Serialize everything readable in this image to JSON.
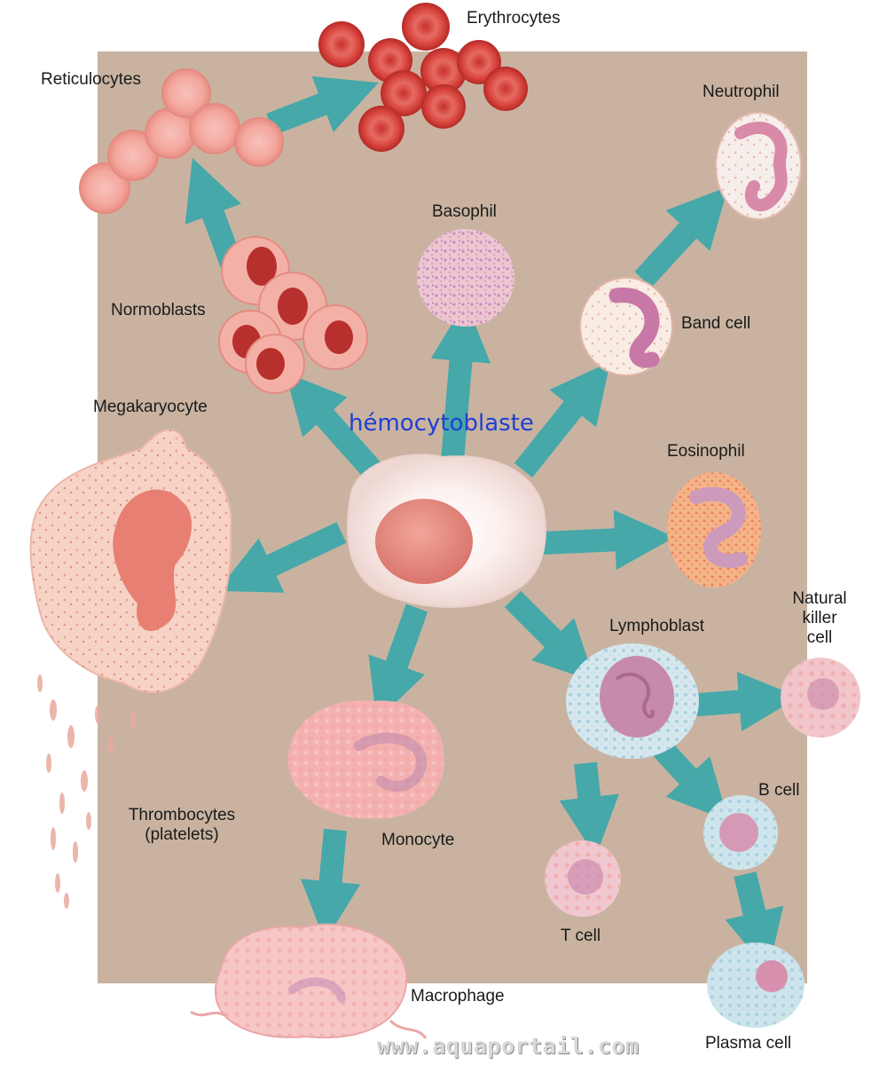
{
  "diagram": {
    "central_label": "hémocytoblaste",
    "labels": {
      "erythrocytes": "Erythrocytes",
      "reticulocytes": "Reticulocytes",
      "neutrophil": "Neutrophil",
      "basophil": "Basophil",
      "normoblasts": "Normoblasts",
      "band_cell": "Band cell",
      "megakaryocyte": "Megakaryocyte",
      "eosinophil": "Eosinophil",
      "lymphoblast": "Lymphoblast",
      "natural_killer_cell": [
        "Natural",
        "killer",
        "cell"
      ],
      "b_cell": "B cell",
      "thrombocytes": [
        "Thrombocytes",
        "(platelets)"
      ],
      "monocyte": "Monocyte",
      "t_cell": "T cell",
      "macrophage": "Macrophage",
      "plasma_cell": "Plasma cell"
    },
    "watermark": "www.aquaportail.com",
    "colors": {
      "panel": "#c9b3a0",
      "arrow": "#3fa8aa",
      "erythrocyte": "#d9453f",
      "reticulocyte": "#f2a39a",
      "label_accent": "#1f3fd0"
    }
  }
}
